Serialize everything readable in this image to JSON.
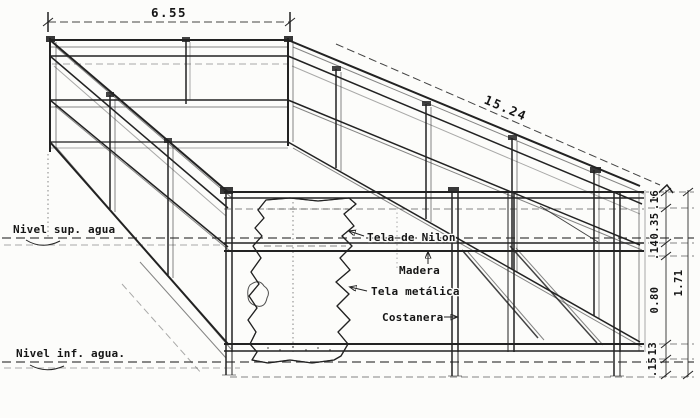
{
  "drawing": {
    "water_levels": {
      "upper": "Nivel sup. agua",
      "lower": "Nivel inf. agua."
    },
    "parts": {
      "nylon_mesh": "Tela de Nilon",
      "wood": "Madera",
      "metal_mesh": "Tela metálica",
      "stringer": "Costanera"
    },
    "dimensions": {
      "top_width": "6.55",
      "side_length": "15.24",
      "top_rail": ".16",
      "freeboard": "0.35",
      "mid_rail": ".14",
      "submerged_depth": "0.80",
      "bottom_rail": ".13",
      "leg": ".15",
      "total_height": "1.71"
    },
    "colors": {
      "ink": "#222222",
      "paper": "#fcfcfa"
    }
  }
}
